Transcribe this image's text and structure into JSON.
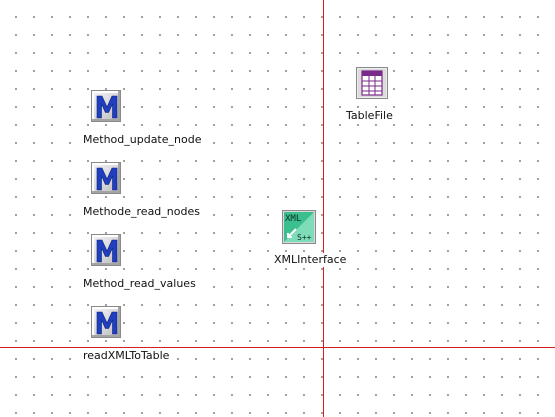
{
  "canvas": {
    "nodes": [
      {
        "label": "TableFile",
        "icon": "table-file-icon"
      },
      {
        "label": "Method_update_node",
        "icon": "method-icon"
      },
      {
        "label": "Methode_read_nodes",
        "icon": "method-icon"
      },
      {
        "label": "XMLInterface",
        "icon": "xml-interface-icon"
      },
      {
        "label": "Method_read_values",
        "icon": "method-icon"
      },
      {
        "label": "readXMLToTable",
        "icon": "method-icon"
      }
    ],
    "xml_icon_text": {
      "top": "XML",
      "bottom": "S++"
    },
    "colors": {
      "guide_line": "#d42020",
      "method_icon_letter": "#1f3fbf",
      "xml_icon": "#3bbf8f",
      "table_icon": "#7a2a8a"
    }
  }
}
